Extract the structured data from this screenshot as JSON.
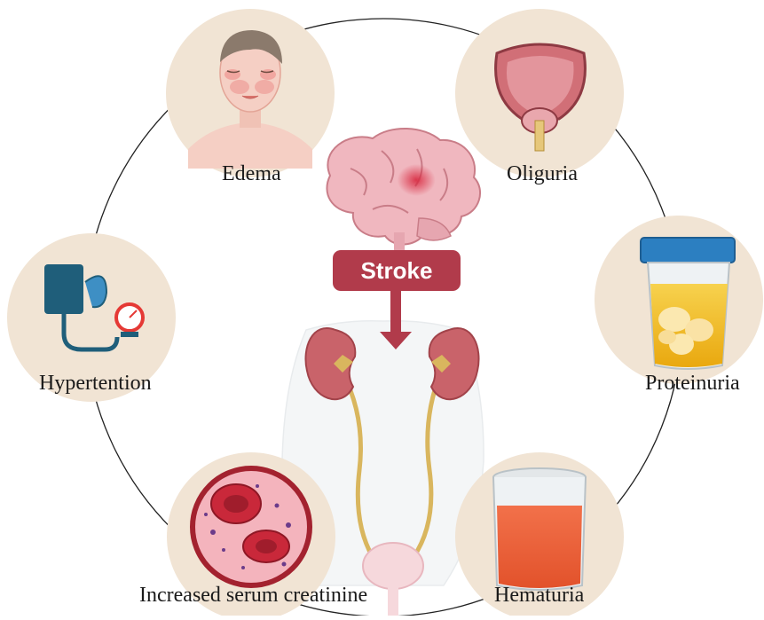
{
  "center": {
    "label": "Stroke"
  },
  "symptoms": [
    {
      "id": "edema",
      "label": "Edema",
      "icon": "swollen-face-icon"
    },
    {
      "id": "oliguria",
      "label": "Oliguria",
      "icon": "bladder-icon"
    },
    {
      "id": "hypertension",
      "label": "Hypertention",
      "icon": "blood-pressure-monitor-icon"
    },
    {
      "id": "proteinuria",
      "label": "Proteinuria",
      "icon": "urine-sample-cup-icon"
    },
    {
      "id": "creatinine",
      "label": "Increased serum creatinine",
      "icon": "red-blood-cells-icon"
    },
    {
      "id": "hematuria",
      "label": "Hematuria",
      "icon": "bloody-urine-jar-icon"
    }
  ],
  "colors": {
    "node_background": "#f1e4d4",
    "stroke_box": "#b13b4b",
    "arrow": "#b13b4b",
    "ring": "#222222",
    "brain": "#f0b7bf",
    "kidney": "#c9636a",
    "ureter": "#d9b65e"
  }
}
